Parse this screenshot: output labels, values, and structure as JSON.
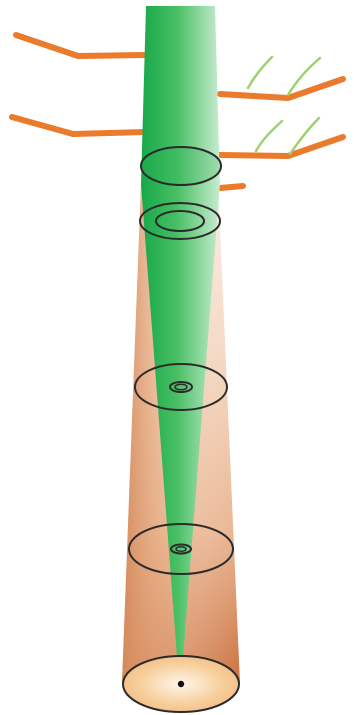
{
  "colors": {
    "background": "#ffffff",
    "green_dark": "#17a84a",
    "green_mid": "#48bf63",
    "green_light": "#c9ecd0",
    "yellow": "#f6bf12",
    "orange_branch": "#ea7a2c",
    "light_green_twig": "#9bd06a",
    "soil_dark": "#c86a35",
    "soil_mid": "#e8b18b",
    "soil_light": "#fbefe6",
    "outline": "#2b2b2b"
  },
  "icons": {
    "trunk": "plant-stem-shape",
    "root": "root-column-shape",
    "branches": "branch-lines",
    "twigs": "twig-lines",
    "rings": "ellipse-rings",
    "point": "origin-dot"
  }
}
